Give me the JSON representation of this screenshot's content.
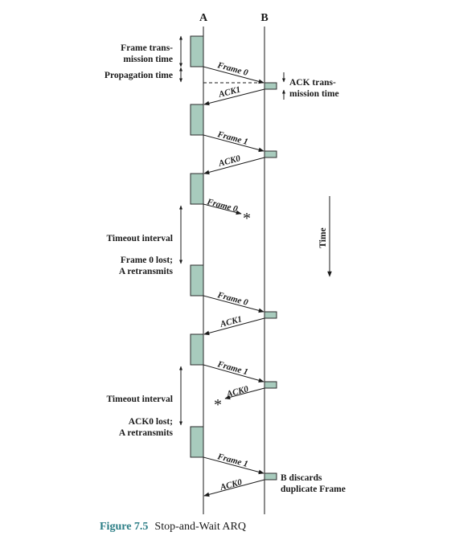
{
  "stations": {
    "a": "A",
    "b": "B"
  },
  "time_label": "Time",
  "timing_labels": {
    "frame_tx_line1": "Frame trans-",
    "frame_tx_line2": "mission time",
    "propagation": "Propagation time",
    "ack_tx_line1": "ACK trans-",
    "ack_tx_line2": "mission time"
  },
  "messages": {
    "m1": "Frame 0",
    "m2": "ACK1",
    "m3": "Frame 1",
    "m4": "ACK0",
    "m5": "Frame 0",
    "m6": "Frame 0",
    "m7": "ACK1",
    "m8": "Frame 1",
    "m9": "ACK0",
    "m10": "Frame 1",
    "m11": "ACK0"
  },
  "annotations": {
    "timeout1": "Timeout interval",
    "lost1_line1": "Frame 0 lost;",
    "lost1_line2": "A retransmits",
    "timeout2": "Timeout interval",
    "lost2_line1": "ACK0 lost;",
    "lost2_line2": "A retransmits",
    "discard_line1": "B discards",
    "discard_line2": "duplicate Frame"
  },
  "loss_marker": "*",
  "caption": {
    "number": "Figure 7.5",
    "title": "Stop-and-Wait ARQ"
  },
  "colors": {
    "frame_fill": "#a8cbbd",
    "caption_accent": "#2c7e86"
  }
}
